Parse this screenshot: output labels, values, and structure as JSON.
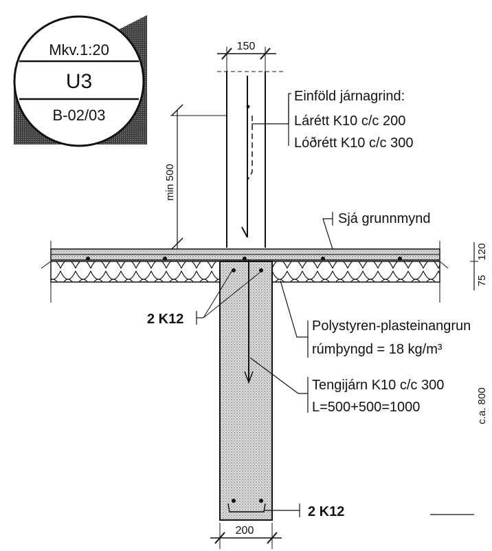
{
  "title_block": {
    "scale": "Mkv.1:20",
    "detail_id": "U3",
    "sheet_ref": "B-02/03"
  },
  "dimensions": {
    "wall_thickness": "150",
    "anchorage_length": "min 500",
    "footing_width": "200",
    "slab_thickness": "120",
    "insulation_thickness": "75",
    "footing_depth": "c.a. 800"
  },
  "annotations": {
    "wall_rebar_line1": "Einföld járnagrind:",
    "wall_rebar_line2": "Lárétt K10 c/c 200",
    "wall_rebar_line3": "Lóðrétt K10 c/c 300",
    "see_plan": "Sjá grunnmynd",
    "top_bars": "2 K12",
    "insulation_line1": "Polystyren-plasteinangrun",
    "insulation_line2": "rúmþyngd = 18 kg/m³",
    "dowel_line1": "Tengijárn K10 c/c 300",
    "dowel_line2": "L=500+500=1000",
    "bottom_bars": "2 K12"
  },
  "colors": {
    "line": "#111111",
    "concrete_hatch": "#8a8a8a",
    "title_dark": "#2a2a2a"
  }
}
